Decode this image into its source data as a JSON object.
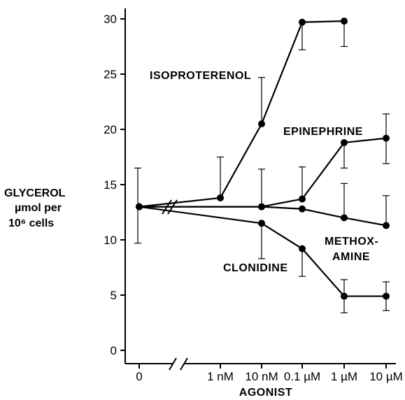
{
  "chart_data": {
    "type": "line",
    "title": "",
    "xlabel": "AGONIST",
    "ylabel": [
      "GLYCEROL",
      "µmol per",
      "10⁶ cells"
    ],
    "categories": [
      "0",
      "1 nM",
      "10 nM",
      "0.1 µM",
      "1 µM",
      "10 µM"
    ],
    "ylim": [
      0,
      30
    ],
    "yticks": [
      "0",
      "5",
      "10",
      "15",
      "20",
      "25",
      "30"
    ],
    "grid": false,
    "legend": "none",
    "axis_break": "between 0 and 1 nM",
    "series": [
      {
        "name": "ISOPROTERENOL",
        "values": [
          13.0,
          13.8,
          20.5,
          29.7,
          29.8
        ],
        "x_indices": [
          0,
          1,
          2,
          3,
          4
        ],
        "error_upper": [
          16.5,
          17.5,
          24.7,
          null,
          null
        ],
        "error_lower": [
          null,
          null,
          null,
          27.2,
          27.5
        ]
      },
      {
        "name": "EPINEPHRINE",
        "values": [
          13.0,
          13.0,
          13.7,
          18.8,
          19.2
        ],
        "x_indices": [
          0,
          2,
          3,
          4,
          5
        ],
        "error_upper": [
          null,
          null,
          16.6,
          null,
          21.4
        ],
        "error_lower": [
          null,
          null,
          null,
          16.5,
          16.9
        ]
      },
      {
        "name": "METHOX-AMINE",
        "label_lines": [
          "METHOX-",
          "AMINE"
        ],
        "values": [
          13.0,
          13.0,
          12.8,
          12.0,
          11.3
        ],
        "x_indices": [
          0,
          2,
          3,
          4,
          5
        ],
        "error_upper": [
          null,
          16.4,
          null,
          15.1,
          14.0
        ],
        "error_lower": [
          null,
          null,
          null,
          null,
          null
        ]
      },
      {
        "name": "CLONIDINE",
        "values": [
          13.0,
          11.5,
          9.2,
          4.9,
          4.9
        ],
        "x_indices": [
          0,
          2,
          3,
          4,
          5
        ],
        "error_upper": [
          null,
          null,
          null,
          6.4,
          6.2
        ],
        "error_lower": [
          9.7,
          8.3,
          6.7,
          3.4,
          3.6
        ]
      }
    ]
  }
}
